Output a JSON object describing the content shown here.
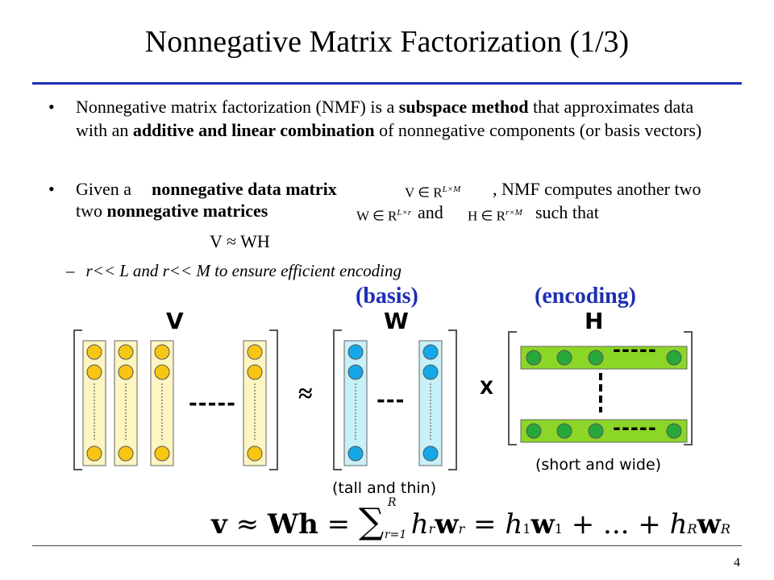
{
  "slide": {
    "title": "Nonnegative Matrix Factorization (1/3)",
    "bullet_char": "•",
    "bullet1": {
      "t1": "Nonnegative matrix factorization (NMF) is a ",
      "b1": "subspace method",
      "t2": " that approximates data with an ",
      "b2": "additive and linear combination",
      "t3": " of nonnegative components (or basis vectors)"
    },
    "bullet2": {
      "t1": "Given a ",
      "b1": "nonnegative data matrix",
      "v_expr": "V ∈ R",
      "v_sup": "L×M",
      "t2": ", NMF computes another two ",
      "b2": "nonnegative matrices",
      "w_expr": "W ∈ R",
      "w_sup": "L×r",
      "and": "and",
      "h_expr": "H ∈ R",
      "h_sup": "r×M",
      "t3": "such that"
    },
    "approx_eq": "V ≈ WH",
    "sub_dash": "–",
    "sub_bullet": "r<< L and r<< M to ensure efficient encoding",
    "page_number": "4"
  },
  "diagram": {
    "label_basis": "(basis)",
    "label_encoding": "(encoding)",
    "label_v": "V",
    "label_w": "W",
    "label_h": "H",
    "approx_sym": "≈",
    "times_sym": "X",
    "dashes_v": "-----",
    "dashes_w": "---",
    "dashes_h": "-----",
    "caption_h": "(short and wide)",
    "caption_w": "(tall and thin)",
    "colors": {
      "v_fill": "#fdf5c2",
      "v_dot": "#f8c612",
      "w_fill": "#c8f0f8",
      "w_dot": "#14a8e8",
      "h_fill": "#8cd627",
      "h_dot": "#27a83a",
      "accent": "#1f2fb3"
    }
  },
  "formula": {
    "lhs": "v",
    "approx": "≈",
    "wh": "Wh",
    "eq": "=",
    "sum": "∑",
    "sum_upper": "R",
    "sum_lower": "r=1",
    "term": "h",
    "term_sub": "r",
    "term_w": "w",
    "term_w_sub": "r",
    "eq2": "=",
    "h1": "h",
    "h1_sub": "1",
    "w1": "w",
    "w1_sub": "1",
    "plus1": "+",
    "dots": "...",
    "plus2": "+",
    "hR": "h",
    "hR_sub": "R",
    "wR": "w",
    "wR_sub": "R"
  }
}
